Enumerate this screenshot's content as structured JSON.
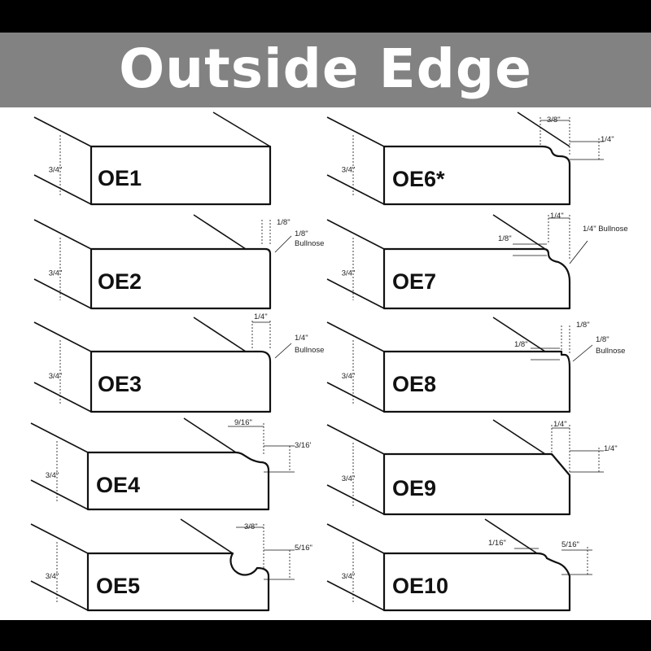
{
  "title": "Outside Edge",
  "profiles": [
    {
      "code": "OE1",
      "thickness": "3/4\"",
      "callouts": []
    },
    {
      "code": "OE2",
      "thickness": "3/4\"",
      "callouts": [
        "1/8\"",
        "1/8\"",
        "Bullnose"
      ]
    },
    {
      "code": "OE3",
      "thickness": "3/4\"",
      "callouts": [
        "1/4\"",
        "1/4\"",
        "Bullnose"
      ]
    },
    {
      "code": "OE4",
      "thickness": "3/4\"",
      "callouts": [
        "9/16\"",
        "3/16'"
      ]
    },
    {
      "code": "OE5",
      "thickness": "3/4\"",
      "callouts": [
        "3/8\"",
        "5/16\""
      ]
    },
    {
      "code": "OE6*",
      "thickness": "3/4\"",
      "callouts": [
        "3/8\"",
        "1/4\""
      ]
    },
    {
      "code": "OE7",
      "thickness": "3/4\"",
      "callouts": [
        "1/4\"",
        "1/4\" Bullnose",
        "1/8\""
      ]
    },
    {
      "code": "OE8",
      "thickness": "3/4\"",
      "callouts": [
        "1/8\"",
        "1/8\"",
        "Bullnose",
        "1/8\""
      ]
    },
    {
      "code": "OE9",
      "thickness": "3/4\"",
      "callouts": [
        "1/4\"",
        "1/4\""
      ]
    },
    {
      "code": "OE10",
      "thickness": "3/4\"",
      "callouts": [
        "1/16\"",
        "5/16\""
      ]
    }
  ]
}
